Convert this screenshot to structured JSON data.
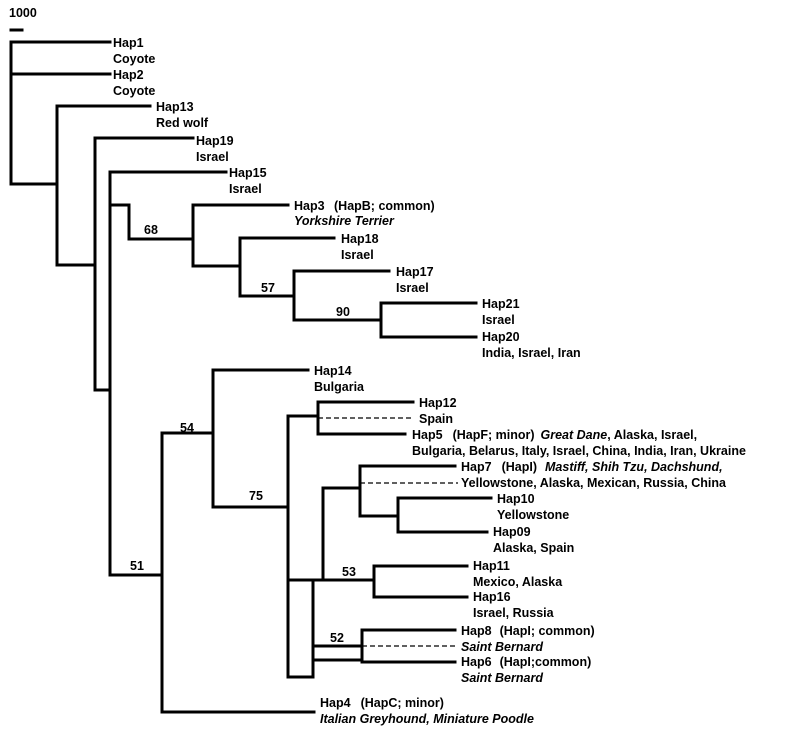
{
  "scale_bar": {
    "label": "1000"
  },
  "leaves": [
    {
      "id": "hap1",
      "name": "Hap1",
      "origin": "Coyote"
    },
    {
      "id": "hap2",
      "name": "Hap2",
      "origin": "Coyote"
    },
    {
      "id": "hap13",
      "name": "Hap13",
      "origin": "Red wolf"
    },
    {
      "id": "hap19",
      "name": "Hap19",
      "origin": "Israel"
    },
    {
      "id": "hap15",
      "name": "Hap15",
      "origin": "Israel"
    },
    {
      "id": "hap3",
      "name": "Hap3",
      "note": "(HapB; common)",
      "origin": "",
      "breeds": "Yorkshire Terrier"
    },
    {
      "id": "hap18",
      "name": "Hap18",
      "origin": "Israel"
    },
    {
      "id": "hap17",
      "name": "Hap17",
      "origin": "Israel"
    },
    {
      "id": "hap21",
      "name": "Hap21",
      "origin": "Israel"
    },
    {
      "id": "hap20",
      "name": "Hap20",
      "origin": "India, Israel, Iran"
    },
    {
      "id": "hap14",
      "name": "Hap14",
      "origin": "Bulgaria"
    },
    {
      "id": "hap12",
      "name": "Hap12",
      "origin": "Spain"
    },
    {
      "id": "hap5",
      "name": "Hap5",
      "note": "(HapF; minor)",
      "breeds": "Great Dane",
      "origin_inline": ", Alaska, Israel,",
      "origin": "Bulgaria, Belarus, Italy, Israel, China, India, Iran, Ukraine"
    },
    {
      "id": "hap7",
      "name": "Hap7",
      "note": "(HapI)",
      "breeds": "Mastiff, Shih Tzu, Dachshund,",
      "origin": "Yellowstone, Alaska, Mexican, Russia, China"
    },
    {
      "id": "hap10",
      "name": "Hap10",
      "origin": "Yellowstone"
    },
    {
      "id": "hap09",
      "name": "Hap09",
      "origin": "Alaska, Spain"
    },
    {
      "id": "hap11",
      "name": "Hap11",
      "origin": "Mexico, Alaska"
    },
    {
      "id": "hap16",
      "name": "Hap16",
      "origin": "Israel, Russia"
    },
    {
      "id": "hap8",
      "name": "Hap8",
      "note": "(HapI; common)",
      "breeds": "Saint Bernard"
    },
    {
      "id": "hap6",
      "name": "Hap6",
      "note": "(HapI;common)",
      "breeds": "Saint Bernard"
    },
    {
      "id": "hap4",
      "name": "Hap4",
      "note": "(HapC; minor)",
      "breeds": "Italian Greyhound, Miniature Poodle"
    }
  ],
  "bootstrap": [
    {
      "node": "n68",
      "value": "68"
    },
    {
      "node": "n57",
      "value": "57"
    },
    {
      "node": "n90",
      "value": "90"
    },
    {
      "node": "n54",
      "value": "54"
    },
    {
      "node": "n75",
      "value": "75"
    },
    {
      "node": "n53",
      "value": "53"
    },
    {
      "node": "n52",
      "value": "52"
    },
    {
      "node": "n51",
      "value": "51"
    }
  ]
}
